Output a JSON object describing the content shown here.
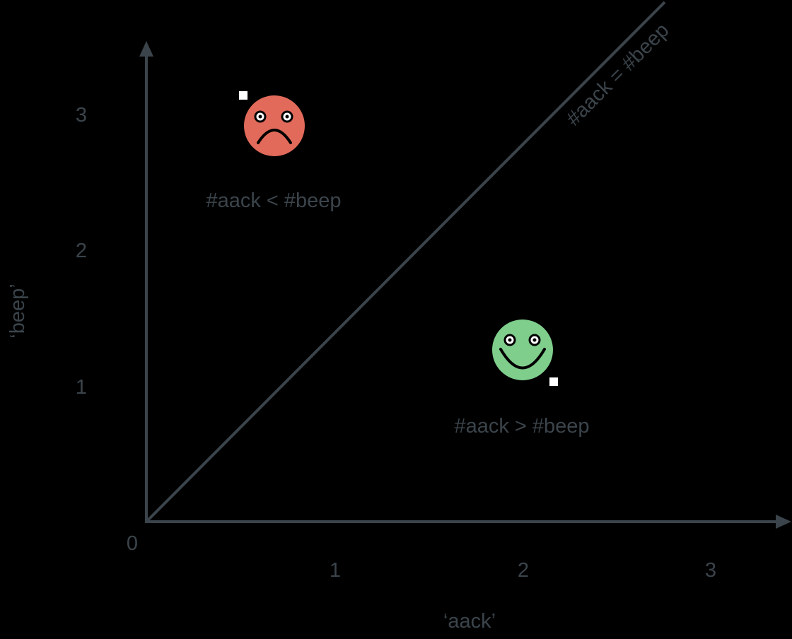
{
  "diagram": {
    "x_axis_label": "‘aack’",
    "y_axis_label": "‘beep’",
    "origin_label": "0",
    "x_ticks": [
      "1",
      "2",
      "3"
    ],
    "y_ticks": [
      "1",
      "2",
      "3"
    ],
    "diagonal_label": "#aack = #beep",
    "region_upper_label": "#aack < #beep",
    "region_lower_label": "#aack > #beep",
    "upper_face_icon": "sad-face-icon",
    "lower_face_icon": "happy-face-icon"
  },
  "colors": {
    "background": "#000000",
    "axis": "#3b444b",
    "text": "#3b444b",
    "sad_face": "#e26a5a",
    "happy_face": "#7fce8c",
    "marker": "#ffffff"
  }
}
